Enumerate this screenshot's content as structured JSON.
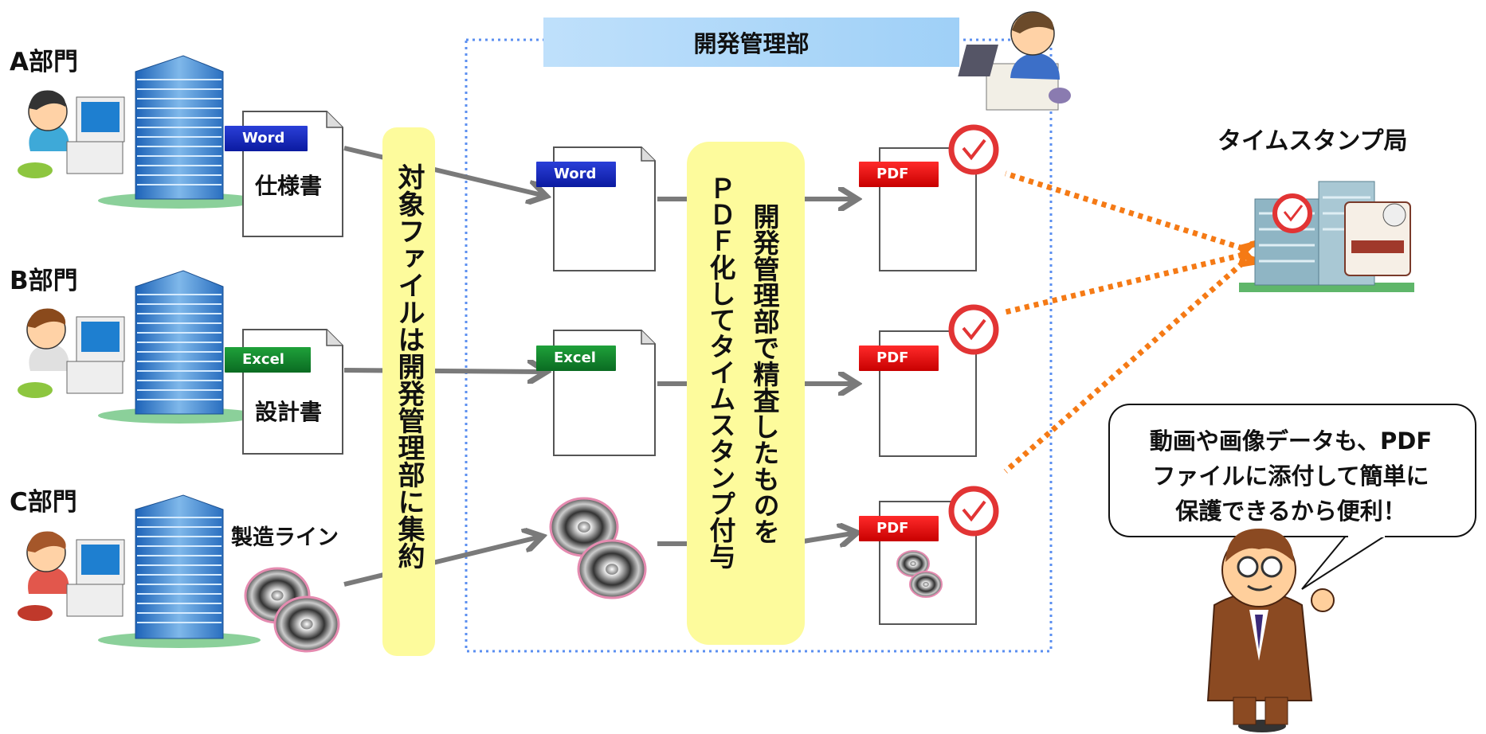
{
  "header": {
    "title": "開発管理部"
  },
  "departments": [
    {
      "label": "A部門",
      "doc_badge": "Word",
      "doc_title": "仕様書"
    },
    {
      "label": "B部門",
      "doc_badge": "Excel",
      "doc_title": "設計書"
    },
    {
      "label": "C部門",
      "doc_title": "製造ライン"
    }
  ],
  "collect_note": "対象ファイルは開発管理部に集約",
  "convert_note_1": "ＰＤＦ化してタイムスタンプ付与",
  "convert_note_2": "開発管理部で精査したものを",
  "dev_docs": [
    {
      "badge": "Word"
    },
    {
      "badge": "Excel"
    }
  ],
  "pdf_badge": "PDF",
  "tsa": {
    "label": "タイムスタンプ局"
  },
  "speech_bubble": [
    "動画や画像データも、PDF",
    "ファイルに添付して簡単に",
    "保護できるから便利！"
  ],
  "colors": {
    "dotted_border": "#5b8ff0",
    "timestamp_arrow": "#f57a15",
    "flow_arrow": "#7a7a7a",
    "highlight": "#fdfb9c",
    "banner": "#a9d5f8"
  }
}
